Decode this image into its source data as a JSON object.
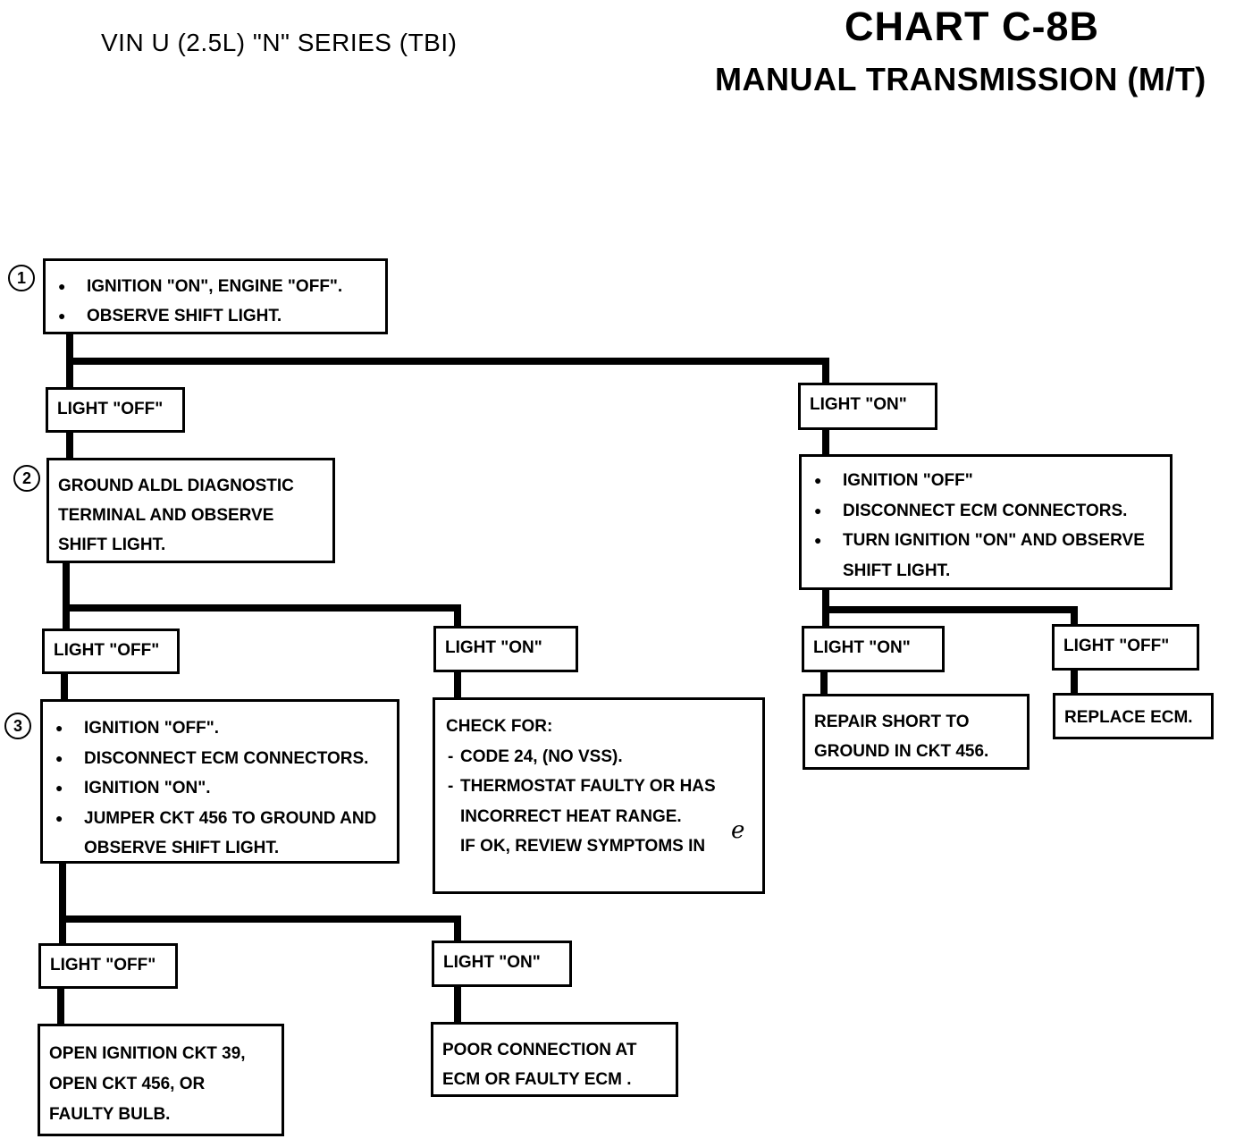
{
  "header": {
    "vehicle": "VIN U (2.5L) \"N\" SERIES (TBI)",
    "title": "CHART C-8B",
    "subtitle": "MANUAL TRANSMISSION (M/T)"
  },
  "steps": {
    "s1": "1",
    "s2": "2",
    "s3": "3"
  },
  "boxes": {
    "step1": [
      "IGNITION \"ON\", ENGINE \"OFF\".",
      "OBSERVE SHIFT LIGHT."
    ],
    "step2": "GROUND ALDL DIAGNOSTIC TERMINAL AND OBSERVE SHIFT LIGHT.",
    "step3": [
      "IGNITION \"OFF\".",
      "DISCONNECT ECM CONNECTORS.",
      "IGNITION \"ON\".",
      "JUMPER CKT 456 TO GROUND AND OBSERVE SHIFT LIGHT."
    ],
    "right_steps": [
      "IGNITION \"OFF\"",
      "DISCONNECT ECM CONNECTORS.",
      "TURN IGNITION \"ON\" AND OBSERVE SHIFT LIGHT."
    ],
    "check_title": "CHECK FOR:",
    "check_items": [
      "CODE 24, (NO VSS).",
      "THERMOSTAT FAULTY OR HAS INCORRECT HEAT RANGE."
    ],
    "check_footer": "IF OK, REVIEW SYMPTOMS IN",
    "repair_short": "REPAIR SHORT TO GROUND IN CKT 456.",
    "replace_ecm": "REPLACE ECM.",
    "open_ignition": "OPEN IGNITION CKT 39, OPEN CKT 456, OR FAULTY BULB.",
    "poor_connection": "POOR CONNECTION AT ECM OR FAULTY ECM ."
  },
  "labels": {
    "light_off": "LIGHT \"OFF\"",
    "light_on": "LIGHT \"ON\""
  },
  "annotation": {
    "handwritten": "e"
  }
}
